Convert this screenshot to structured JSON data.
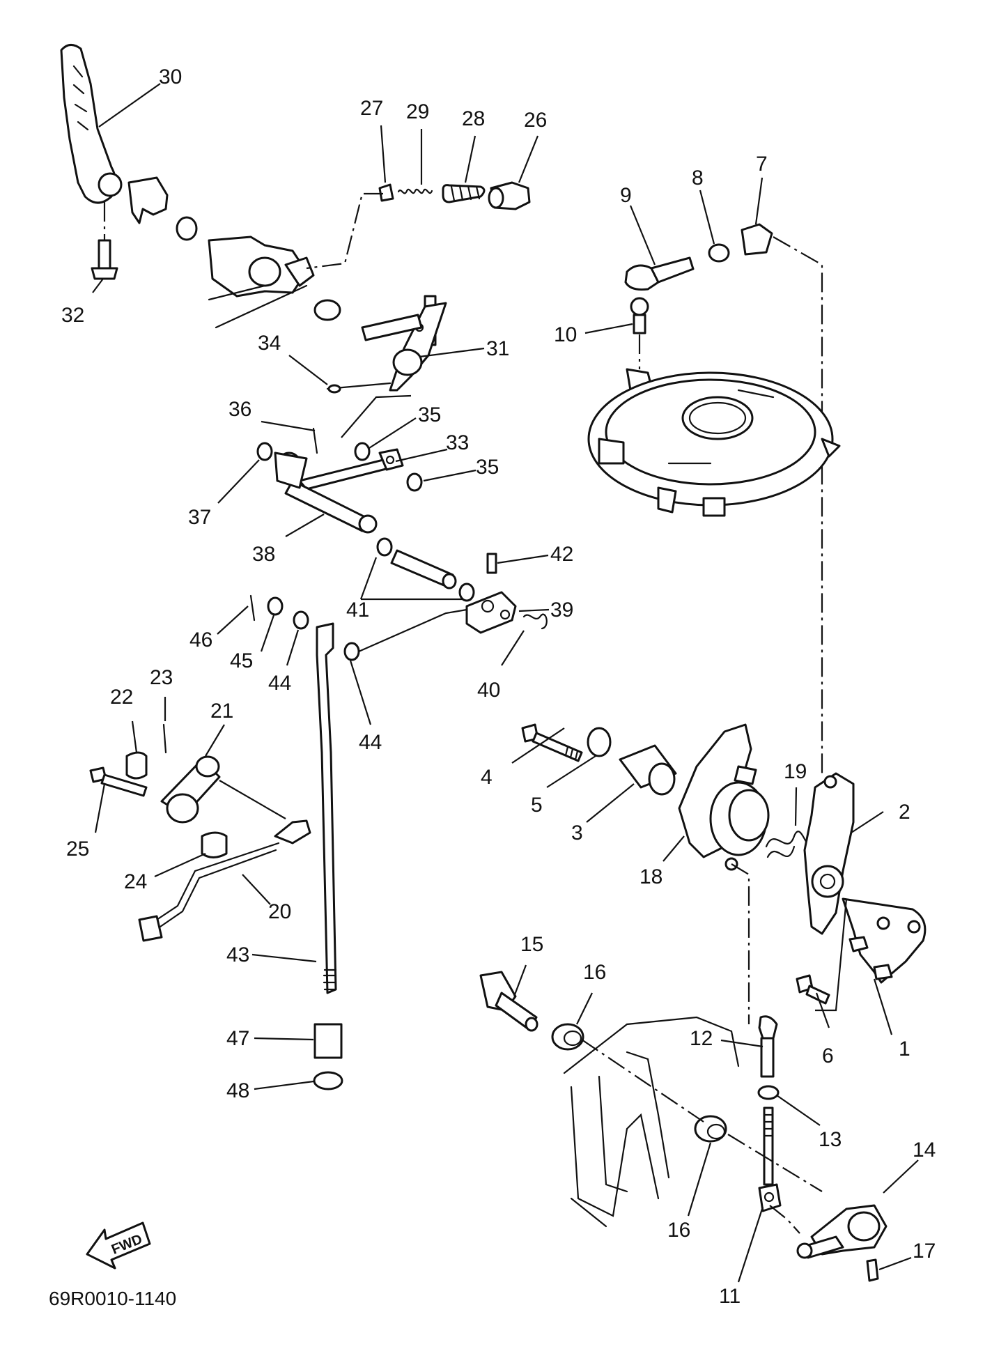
{
  "diagram": {
    "code": "69R0010-1140",
    "direction_label": "FWD",
    "callouts": [
      {
        "id": "1",
        "label": "1"
      },
      {
        "id": "2",
        "label": "2"
      },
      {
        "id": "3",
        "label": "3"
      },
      {
        "id": "4",
        "label": "4"
      },
      {
        "id": "5",
        "label": "5"
      },
      {
        "id": "6",
        "label": "6"
      },
      {
        "id": "7",
        "label": "7"
      },
      {
        "id": "8",
        "label": "8"
      },
      {
        "id": "9",
        "label": "9"
      },
      {
        "id": "10",
        "label": "10"
      },
      {
        "id": "11",
        "label": "11"
      },
      {
        "id": "12",
        "label": "12"
      },
      {
        "id": "13",
        "label": "13"
      },
      {
        "id": "14",
        "label": "14"
      },
      {
        "id": "15",
        "label": "15"
      },
      {
        "id": "16a",
        "label": "16"
      },
      {
        "id": "16b",
        "label": "16"
      },
      {
        "id": "17",
        "label": "17"
      },
      {
        "id": "18",
        "label": "18"
      },
      {
        "id": "19",
        "label": "19"
      },
      {
        "id": "20",
        "label": "20"
      },
      {
        "id": "21",
        "label": "21"
      },
      {
        "id": "22",
        "label": "22"
      },
      {
        "id": "23",
        "label": "23"
      },
      {
        "id": "24",
        "label": "24"
      },
      {
        "id": "25",
        "label": "25"
      },
      {
        "id": "26",
        "label": "26"
      },
      {
        "id": "27",
        "label": "27"
      },
      {
        "id": "28",
        "label": "28"
      },
      {
        "id": "29",
        "label": "29"
      },
      {
        "id": "30",
        "label": "30"
      },
      {
        "id": "31",
        "label": "31"
      },
      {
        "id": "32",
        "label": "32"
      },
      {
        "id": "33",
        "label": "33"
      },
      {
        "id": "34",
        "label": "34"
      },
      {
        "id": "35a",
        "label": "35"
      },
      {
        "id": "35b",
        "label": "35"
      },
      {
        "id": "36",
        "label": "36"
      },
      {
        "id": "37",
        "label": "37"
      },
      {
        "id": "38",
        "label": "38"
      },
      {
        "id": "39",
        "label": "39"
      },
      {
        "id": "40",
        "label": "40"
      },
      {
        "id": "41",
        "label": "41"
      },
      {
        "id": "42",
        "label": "42"
      },
      {
        "id": "43",
        "label": "43"
      },
      {
        "id": "44a",
        "label": "44"
      },
      {
        "id": "44b",
        "label": "44"
      },
      {
        "id": "45",
        "label": "45"
      },
      {
        "id": "46",
        "label": "46"
      },
      {
        "id": "47",
        "label": "47"
      },
      {
        "id": "48",
        "label": "48"
      }
    ]
  }
}
